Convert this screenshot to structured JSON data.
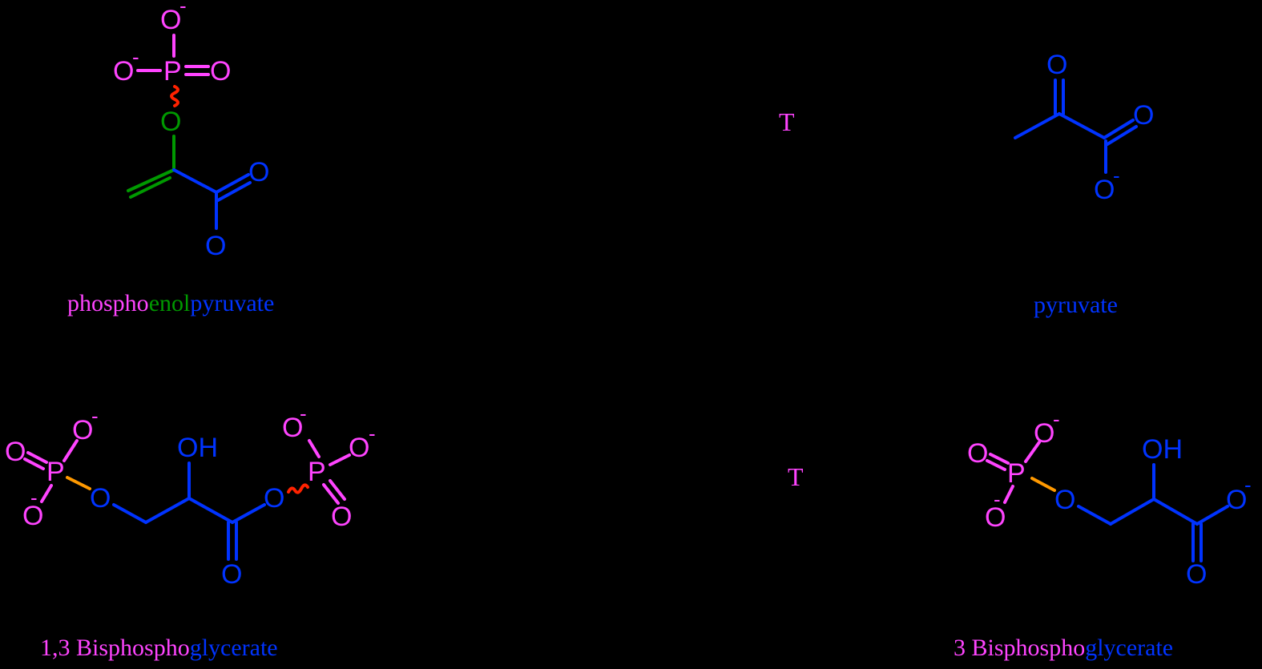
{
  "colors": {
    "background": "#000000",
    "phospho": "#ff44ff",
    "enol": "#009900",
    "carbon_backbone": "#0033ff",
    "high_energy_bond": "#ff2200",
    "ester_bond": "#ff9900"
  },
  "molecules": {
    "pep": {
      "label_parts": [
        {
          "text": "phospho",
          "role": "phospho"
        },
        {
          "text": "enol",
          "role": "enol"
        },
        {
          "text": "pyruvate",
          "role": "carbon_backbone"
        }
      ],
      "atoms": {
        "o_top": "O",
        "o_left": "O",
        "p": "P",
        "o_right": "O",
        "o_bridge": "O",
        "o_carbonyl": "O",
        "o_bottom": "O"
      },
      "charge": "-"
    },
    "pyruvate": {
      "label": "pyruvate",
      "atoms": {
        "o_keto": "O",
        "o_carbonyl": "O",
        "o_anion": "O"
      },
      "charge": "-"
    },
    "bpg13": {
      "label_parts": [
        {
          "text": "1,3 Bisphospho",
          "role": "phospho"
        },
        {
          "text": "glycerate",
          "role": "carbon_backbone"
        }
      ],
      "atoms": {
        "oh": "OH",
        "o": "O",
        "p": "P"
      },
      "charge": "-"
    },
    "bpg3": {
      "label_parts": [
        {
          "text": "3 Bisphospho",
          "role": "phospho"
        },
        {
          "text": "glycerate",
          "role": "carbon_backbone"
        }
      ],
      "atoms": {
        "oh": "OH",
        "o": "O",
        "p": "P"
      },
      "charge": "-"
    }
  },
  "arrows": [
    {
      "label": "T"
    },
    {
      "label": "T"
    }
  ]
}
